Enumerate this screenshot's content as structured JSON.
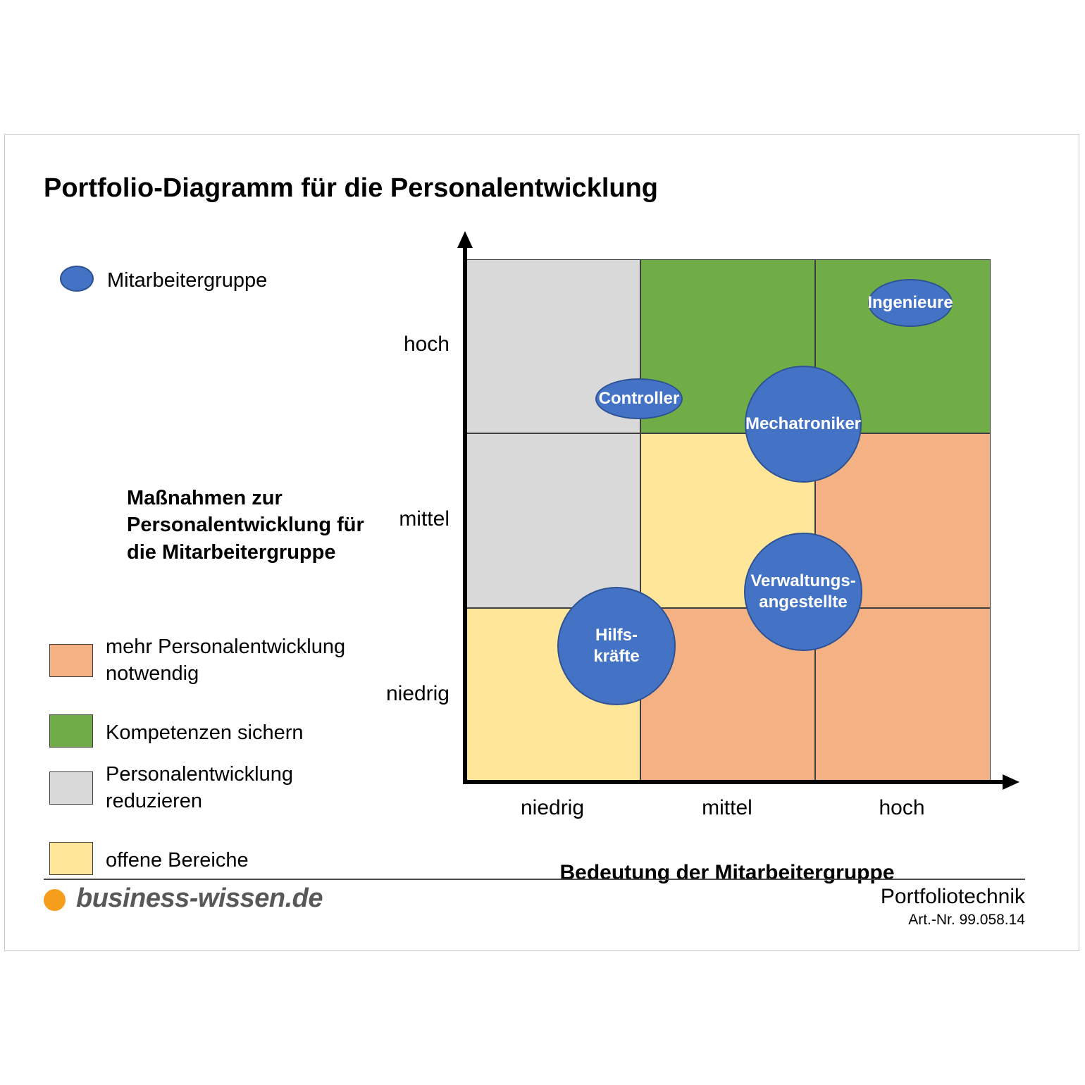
{
  "title": "Portfolio-Diagramm für die Personalentwicklung",
  "colors": {
    "bubble_blue": "#4472C4",
    "bubble_border": "#2E5395",
    "zone_green": "#70AD47",
    "zone_orange": "#F4B183",
    "zone_yellow": "#FFE699",
    "zone_gray": "#D9D9D9",
    "logo_orange": "#F59E1B"
  },
  "legend": {
    "group_label": "Mitarbeitergruppe",
    "items": [
      {
        "color": "#F4B183",
        "label": "mehr Personalentwicklung\nnotwendig"
      },
      {
        "color": "#70AD47",
        "label": "Kompetenzen sichern"
      },
      {
        "color": "#D9D9D9",
        "label": "Personalentwicklung\nreduzieren"
      },
      {
        "color": "#FFE699",
        "label": "offene Bereiche"
      }
    ]
  },
  "chart": {
    "y_axis_title": "Maßnahmen zur\nPersonalentwicklung für\ndie Mitarbeitergruppe",
    "x_axis_title": "Bedeutung der Mitarbeitergruppe",
    "y_ticks": {
      "top": "hoch",
      "middle": "mittel",
      "bottom": "niedrig"
    },
    "x_ticks": {
      "left": "niedrig",
      "middle": "mittel",
      "right": "hoch"
    },
    "bubbles": [
      {
        "label": "Ingenieure"
      },
      {
        "label": "Controller"
      },
      {
        "label": "Mechatroniker"
      },
      {
        "label": "Verwaltungs-\nangestellte"
      },
      {
        "label": "Hilfs-\nkräfte"
      }
    ]
  },
  "chart_data": {
    "type": "scatter",
    "title": "Portfolio-Diagramm für die Personalentwicklung",
    "xlabel": "Bedeutung der Mitarbeitergruppe",
    "ylabel": "Maßnahmen zur Personalentwicklung für die Mitarbeitergruppe",
    "x_tick_labels": [
      "niedrig",
      "mittel",
      "hoch"
    ],
    "y_tick_labels": [
      "niedrig",
      "mittel",
      "hoch"
    ],
    "xlim": [
      0,
      3
    ],
    "ylim": [
      0,
      3
    ],
    "grid": "3x3 matrix",
    "zones_rows_top_to_bottom": [
      [
        "Personalentwicklung reduzieren",
        "Kompetenzen sichern",
        "Kompetenzen sichern"
      ],
      [
        "Personalentwicklung reduzieren",
        "offene Bereiche",
        "mehr Personalentwicklung notwendig"
      ],
      [
        "offene Bereiche",
        "mehr Personalentwicklung notwendig",
        "mehr Personalentwicklung notwendig"
      ]
    ],
    "points": [
      {
        "name": "Ingenieure",
        "x": 2.55,
        "y": 2.75,
        "size": "small"
      },
      {
        "name": "Controller",
        "x": 1.0,
        "y": 2.2,
        "size": "small"
      },
      {
        "name": "Mechatroniker",
        "x": 1.93,
        "y": 2.05,
        "size": "large"
      },
      {
        "name": "Verwaltungsangestellte",
        "x": 1.93,
        "y": 1.09,
        "size": "large"
      },
      {
        "name": "Hilfskräfte",
        "x": 0.87,
        "y": 0.78,
        "size": "large"
      }
    ],
    "legend_position": "left"
  },
  "footer": {
    "logo_text": "business-wissen.de",
    "right_title": "Portfoliotechnik",
    "right_subtitle": "Art.-Nr. 99.058.14"
  }
}
